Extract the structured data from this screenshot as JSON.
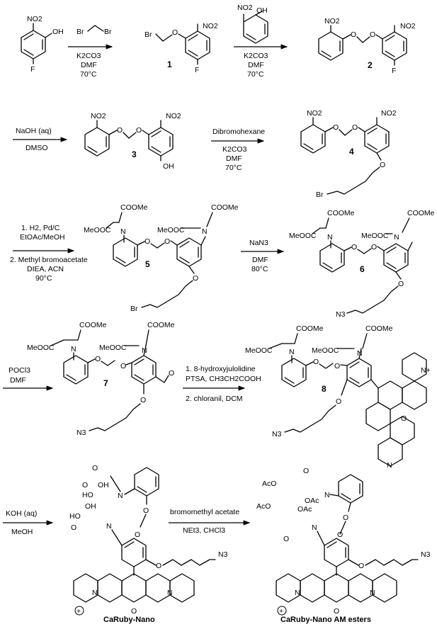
{
  "steps": {
    "s1": [
      "K2CO3",
      "DMF",
      "70°C"
    ],
    "s2": [
      "K2CO3",
      "DMF",
      "70°C"
    ],
    "s3": [
      "NaOH (aq)",
      "DMSO"
    ],
    "s4": [
      "Dibromohexane",
      "K2CO3",
      "DMF",
      "70°C"
    ],
    "s5": [
      "1. H2, Pd/C",
      "EtOAc/MeOH",
      "2. Methyl bromoacetate",
      "DIEA, ACN",
      "90°C"
    ],
    "s6": [
      "NaN3",
      "DMF",
      "80°C"
    ],
    "s7": [
      "POCl3",
      "DMF"
    ],
    "s8": [
      "1. 8-hydroxyjulolidine",
      "PTSA, CH3CH2COOH",
      "2. chloranil, DCM"
    ],
    "s9": [
      "KOH (aq)",
      "MeOH"
    ],
    "s10": [
      "bromomethyl acetate",
      "NEt3, CHCl3"
    ]
  },
  "compounds": {
    "c1": "1",
    "c2": "2",
    "c3": "3",
    "c4": "4",
    "c5": "5",
    "c6": "6",
    "c7": "7",
    "c8": "8",
    "name9": "CaRuby-Nano",
    "name10": "CaRuby-Nano AM esters"
  },
  "atoms": {
    "no2": "NO2",
    "oh": "OH",
    "f": "F",
    "br": "Br",
    "o": "O",
    "n": "N",
    "n3": "N3",
    "coome": "COOMe",
    "meooc": "MeOOC",
    "ho": "HO",
    "aco": "AcO",
    "oac": "OAc",
    "nplus": "N+",
    "plus": "+"
  },
  "colors": {
    "ink": "#000000",
    "background": "#ffffff"
  }
}
